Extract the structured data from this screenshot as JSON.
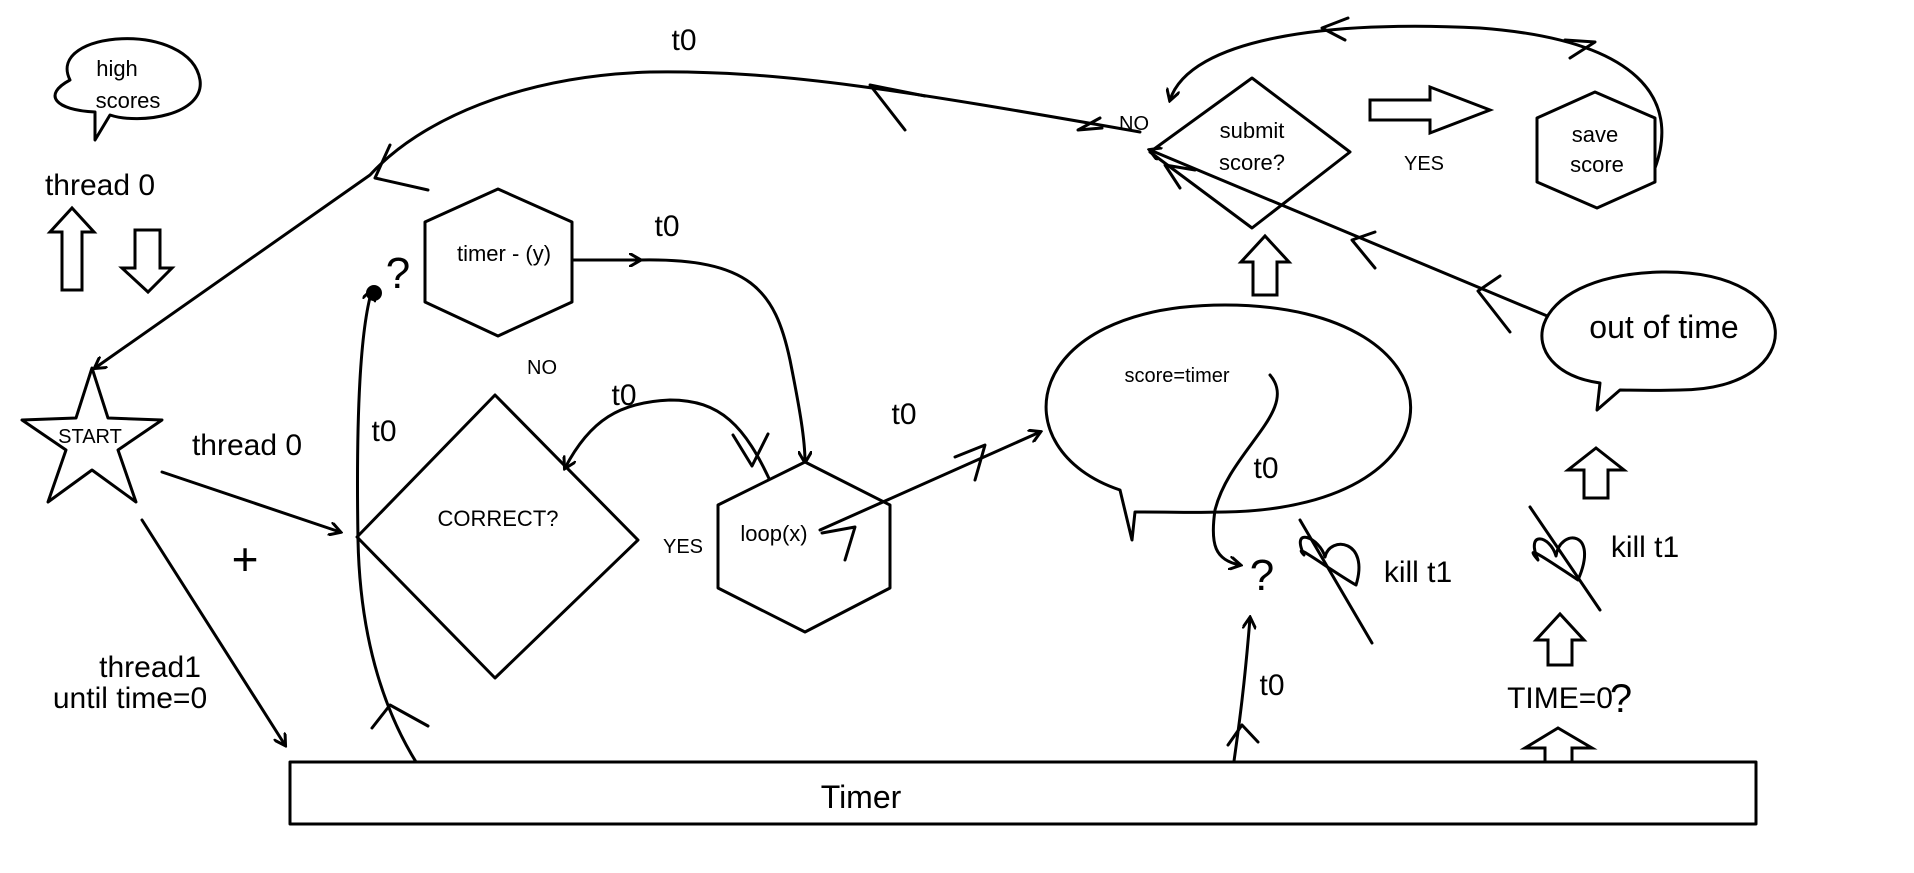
{
  "nodes": {
    "high_scores_line1": "high",
    "high_scores_line2": "scores",
    "thread0_top": "thread 0",
    "start": "START",
    "thread0_mid": "thread 0",
    "plus": "+",
    "thread1": "thread1",
    "until": "until time=0",
    "timer_y": "timer - (y)",
    "correct": "CORRECT?",
    "loop": "loop(x)",
    "score_timer": "score=timer",
    "submit_line1": "submit",
    "submit_line2": "score?",
    "save_line1": "save",
    "save_line2": "score",
    "out_of_time": "out of time",
    "time_zero": "TIME=0",
    "timer_bar": "Timer",
    "kill1": "kill t1",
    "kill2": "kill t1"
  },
  "labels": {
    "t0_top": "t0",
    "t0_timer": "t0",
    "t0_vertical": "t0",
    "t0_correct": "t0",
    "t0_loop": "t0",
    "t0_score": "t0",
    "t0_bottom": "t0",
    "no_timer": "NO",
    "yes_correct": "YES",
    "no_submit": "NO",
    "yes_submit": "YES",
    "q_left": "?",
    "q_score": "?",
    "q_time": "?"
  }
}
